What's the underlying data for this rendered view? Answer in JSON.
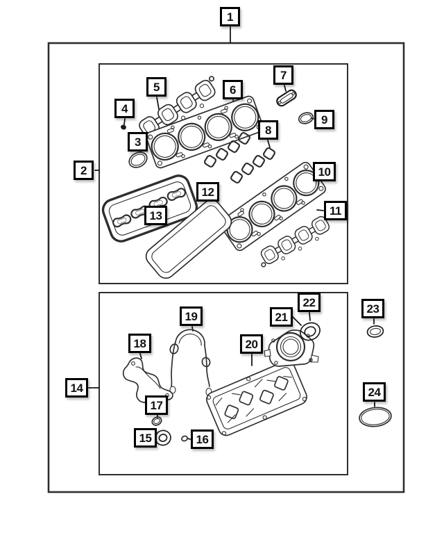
{
  "figure": {
    "type": "exploded-parts-diagram",
    "callout_count": 24,
    "panel_count": 2
  },
  "colors": {
    "background": "#ffffff",
    "line": "#2e2e2e",
    "dark": "#1b1b1b",
    "callout_border": "#000000",
    "callout_bg": "#ffffff",
    "callout_text": "#111111"
  },
  "callouts": {
    "c1": {
      "label": "1"
    },
    "c2": {
      "label": "2"
    },
    "c3": {
      "label": "3"
    },
    "c4": {
      "label": "4"
    },
    "c5": {
      "label": "5"
    },
    "c6": {
      "label": "6"
    },
    "c7": {
      "label": "7"
    },
    "c8": {
      "label": "8"
    },
    "c9": {
      "label": "9"
    },
    "c10": {
      "label": "10"
    },
    "c11": {
      "label": "11"
    },
    "c12": {
      "label": "12"
    },
    "c13": {
      "label": "13"
    },
    "c14": {
      "label": "14"
    },
    "c15": {
      "label": "15"
    },
    "c16": {
      "label": "16"
    },
    "c17": {
      "label": "17"
    },
    "c18": {
      "label": "18"
    },
    "c19": {
      "label": "19"
    },
    "c20": {
      "label": "20"
    },
    "c21": {
      "label": "21"
    },
    "c22": {
      "label": "22"
    },
    "c23": {
      "label": "23"
    },
    "c24": {
      "label": "24"
    }
  }
}
